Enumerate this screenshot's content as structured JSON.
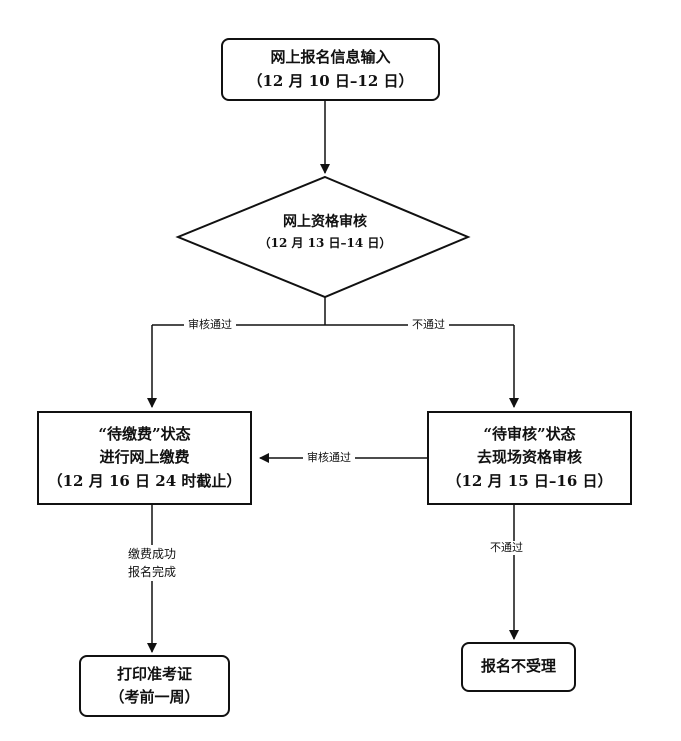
{
  "nodes": {
    "input": {
      "line1": "网上报名信息输入",
      "line2": "（12 月 10 日–12 日）"
    },
    "review": {
      "line1": "网上资格审核",
      "line2": "（12 月 13 日–14 日）"
    },
    "pending_payment": {
      "line1": "“待缴费”状态",
      "line2": "进行网上缴费",
      "line3": "（12 月 16 日 24 时截止）"
    },
    "pending_review": {
      "line1": "“待审核”状态",
      "line2": "去现场资格审核",
      "line3": "（12 月 15 日–16 日）"
    },
    "print_ticket": {
      "line1": "打印准考证",
      "line2": "（考前一周）"
    },
    "rejected": {
      "line1": "报名不受理"
    }
  },
  "edge_labels": {
    "review_pass": "审核通过",
    "review_fail": "不通过",
    "onsite_pass": "审核通过",
    "onsite_fail": "不通过",
    "pay_success_1": "缴费成功",
    "pay_success_2": "报名完成"
  }
}
